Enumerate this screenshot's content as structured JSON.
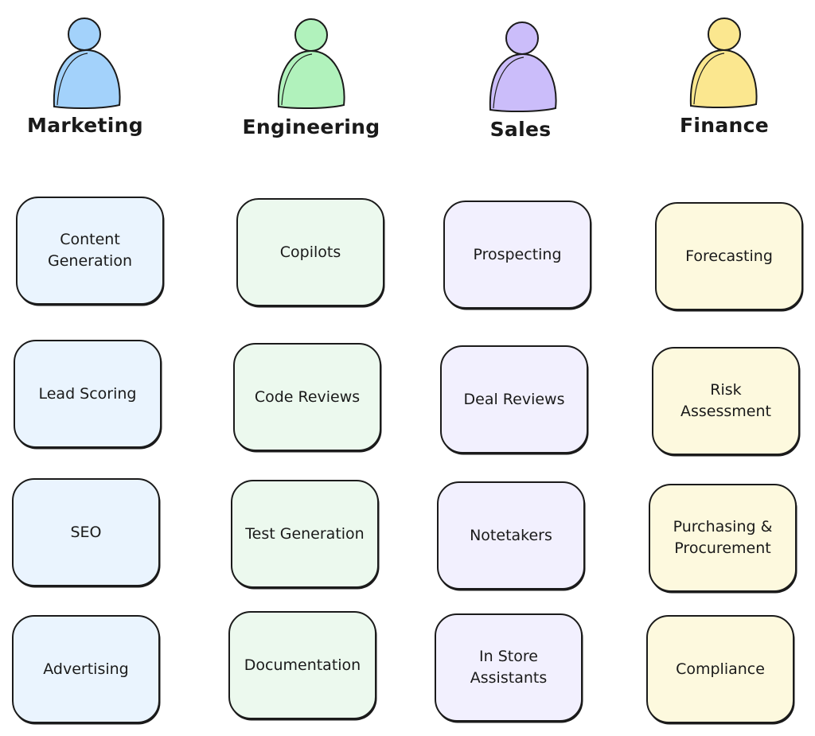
{
  "departments": [
    {
      "name": "Marketing",
      "color": "#a3d2fb",
      "card_fill": "#eaf4fe",
      "items": [
        "Content Generation",
        "Lead Scoring",
        "SEO",
        "Advertising"
      ]
    },
    {
      "name": "Engineering",
      "color": "#b1f2bc",
      "card_fill": "#ecf9ee",
      "items": [
        "Copilots",
        "Code Reviews",
        "Test Generation",
        "Documentation"
      ]
    },
    {
      "name": "Sales",
      "color": "#cbbdfa",
      "card_fill": "#f2f0fe",
      "items": [
        "Prospecting",
        "Deal Reviews",
        "Notetakers",
        "In Store Assistants"
      ]
    },
    {
      "name": "Finance",
      "color": "#fbe78f",
      "card_fill": "#fdf9de",
      "items": [
        "Forecasting",
        "Risk Assessment",
        "Purchasing & Procurement",
        "Compliance"
      ]
    }
  ]
}
